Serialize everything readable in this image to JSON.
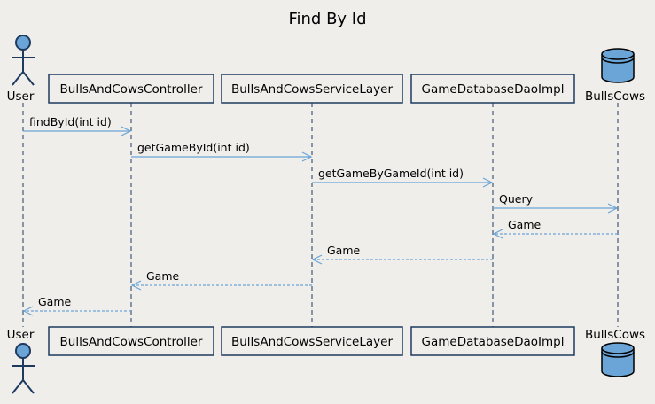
{
  "diagram": {
    "title": "Find By Id",
    "participants": [
      {
        "id": "user",
        "label": "User",
        "kind": "actor"
      },
      {
        "id": "controller",
        "label": "BullsAndCowsController",
        "kind": "participant"
      },
      {
        "id": "service",
        "label": "BullsAndCowsServiceLayer",
        "kind": "participant"
      },
      {
        "id": "dao",
        "label": "GameDatabaseDaoImpl",
        "kind": "participant"
      },
      {
        "id": "db",
        "label": "BullsCows",
        "kind": "database"
      }
    ],
    "messages": [
      {
        "from": "user",
        "to": "controller",
        "label": "findById(int id)",
        "style": "solid"
      },
      {
        "from": "controller",
        "to": "service",
        "label": "getGameById(int id)",
        "style": "solid"
      },
      {
        "from": "service",
        "to": "dao",
        "label": "getGameByGameId(int id)",
        "style": "solid"
      },
      {
        "from": "dao",
        "to": "db",
        "label": "Query",
        "style": "solid"
      },
      {
        "from": "db",
        "to": "dao",
        "label": "Game",
        "style": "dashed"
      },
      {
        "from": "dao",
        "to": "service",
        "label": "Game",
        "style": "dashed"
      },
      {
        "from": "service",
        "to": "controller",
        "label": "Game",
        "style": "dashed"
      },
      {
        "from": "controller",
        "to": "user",
        "label": "Game",
        "style": "dashed"
      }
    ],
    "colors": {
      "background": "#efeeeb",
      "accent": "#6ba4d6",
      "border": "#1f3a5f"
    }
  }
}
